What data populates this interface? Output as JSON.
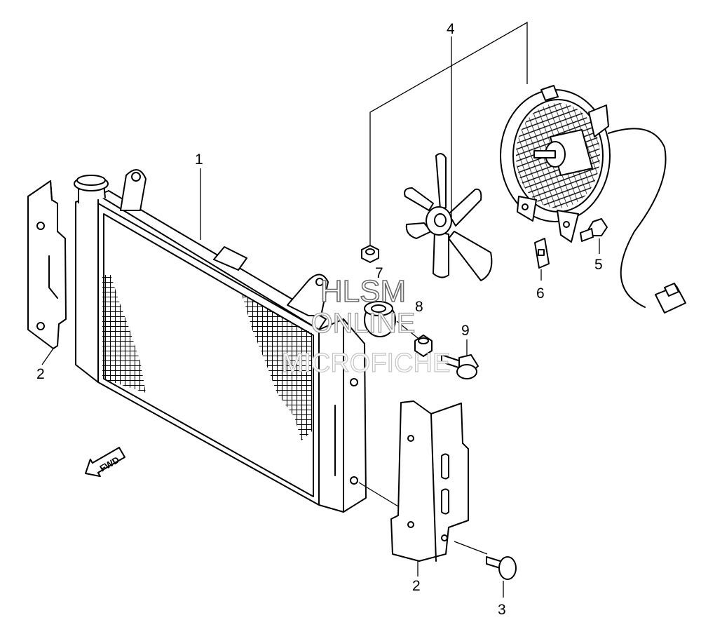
{
  "callouts": {
    "radiator": "1",
    "bracket_left": "2",
    "bracket_right": "2",
    "screw": "3",
    "fan_assembly": "4",
    "bolt": "5",
    "clip": "6",
    "nut": "7",
    "cushion": "8",
    "collar_bolt": "9"
  },
  "direction_label": "FWD",
  "watermark": {
    "line1": "HLSM",
    "line2": "ONLINE",
    "line3": "MICROFICHE"
  }
}
